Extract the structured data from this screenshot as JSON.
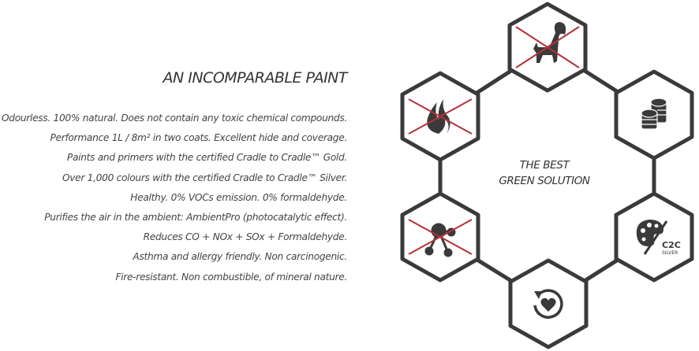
{
  "heading": "AN INCOMPARABLE PAINT",
  "features": [
    "Odourless. 100% natural. Does not contain any toxic chemical compounds.",
    "Performance 1L / 8m² in two coats. Excellent hide and coverage.",
    "Paints and primers with the certified Cradle to Cradle™ Gold.",
    "Over 1,000 colours with the certified Cradle to Cradle™ Silver.",
    "Healthy. 0% VOCs emission. 0% formaldehyde.",
    "Purifies the air in the ambient: AmbientPro (photocatalytic effect).",
    "Reduces CO + NOx + SOx + Formaldehyde.",
    "Asthma and allergy friendly. Non carcinogenic.",
    "Fire-resistant. Non combustible, of mineral nature."
  ],
  "diagram": {
    "center_line1": "THE BEST",
    "center_line2": "GREEN SOLUTION",
    "badge_c2c": "C2C",
    "badge_silver": "SILVER",
    "icons": [
      "no-odour-skunk-icon",
      "coins-icon",
      "palette-c2c-silver-icon",
      "heart-cycle-icon",
      "no-molecule-icon",
      "no-fire-icon"
    ]
  },
  "colors": {
    "stroke": "#3a3a3a",
    "cross": "#b5313a",
    "text": "#444444"
  }
}
